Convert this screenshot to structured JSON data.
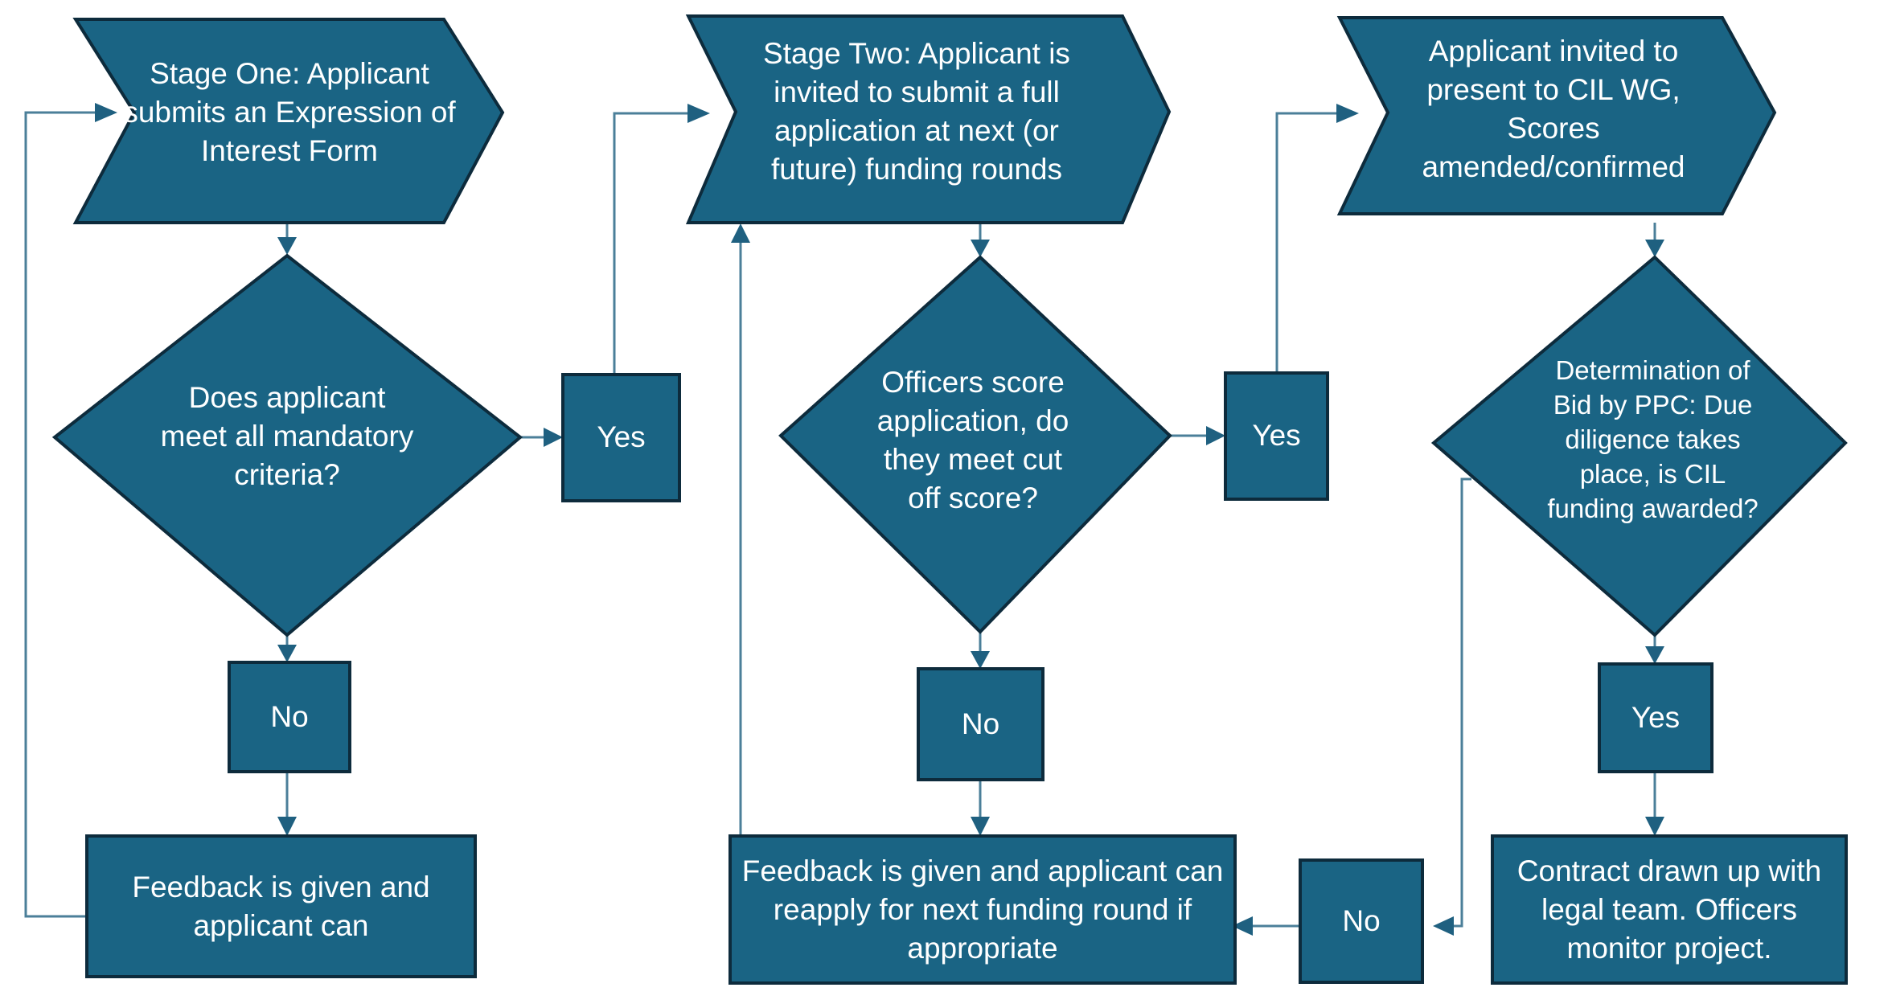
{
  "diagram": {
    "title": "CIL Funding Application Process Flowchart",
    "colors": {
      "shape_fill": "#1a6484",
      "shape_stroke": "#0d2b3c",
      "connector": "#4b7f99",
      "arrow": "#1f6080",
      "text": "#ffffff",
      "background": "#ffffff"
    }
  },
  "nodes": {
    "stage_one": {
      "label": "Stage One: Applicant submits an Expression of Interest Form",
      "shape": "chevron"
    },
    "stage_two": {
      "label": "Stage Two: Applicant is invited to submit a full application at next (or future) funding rounds",
      "shape": "chevron"
    },
    "present_cil_wg": {
      "label": "Applicant invited to present to CIL WG, Scores amended/confirmed",
      "shape": "chevron"
    },
    "decision_mandatory": {
      "label": "Does applicant meet all mandatory criteria?",
      "shape": "diamond"
    },
    "decision_score": {
      "label": "Officers score application, do they meet cut off score?",
      "shape": "diamond"
    },
    "decision_ppc": {
      "label": "Determination of Bid by PPC: Due diligence takes place, is CIL funding awarded?",
      "shape": "diamond"
    },
    "yes_1": {
      "label": "Yes",
      "shape": "rect"
    },
    "yes_2": {
      "label": "Yes",
      "shape": "rect"
    },
    "yes_3": {
      "label": "Yes",
      "shape": "rect"
    },
    "no_1": {
      "label": "No",
      "shape": "rect"
    },
    "no_2": {
      "label": "No",
      "shape": "rect"
    },
    "no_3": {
      "label": "No",
      "shape": "rect"
    },
    "feedback_left": {
      "label": "Feedback is given and applicant can",
      "shape": "rect"
    },
    "feedback_middle": {
      "label": "Feedback is given and applicant can reapply for next funding round if appropriate",
      "shape": "rect"
    },
    "contract": {
      "label": "Contract drawn up with legal team. Officers monitor project.",
      "shape": "rect"
    }
  },
  "edges": [
    {
      "from": "stage_one",
      "to": "decision_mandatory",
      "label": ""
    },
    {
      "from": "decision_mandatory",
      "to": "yes_1",
      "label": "Yes"
    },
    {
      "from": "decision_mandatory",
      "to": "no_1",
      "label": "No"
    },
    {
      "from": "yes_1",
      "to": "stage_two",
      "label": ""
    },
    {
      "from": "no_1",
      "to": "feedback_left",
      "label": ""
    },
    {
      "from": "feedback_left",
      "to": "stage_one",
      "label": ""
    },
    {
      "from": "stage_two",
      "to": "decision_score",
      "label": ""
    },
    {
      "from": "decision_score",
      "to": "yes_2",
      "label": "Yes"
    },
    {
      "from": "decision_score",
      "to": "no_2",
      "label": "No"
    },
    {
      "from": "yes_2",
      "to": "present_cil_wg",
      "label": ""
    },
    {
      "from": "no_2",
      "to": "feedback_middle",
      "label": ""
    },
    {
      "from": "feedback_middle",
      "to": "stage_two",
      "label": ""
    },
    {
      "from": "present_cil_wg",
      "to": "decision_ppc",
      "label": ""
    },
    {
      "from": "decision_ppc",
      "to": "yes_3",
      "label": "Yes"
    },
    {
      "from": "decision_ppc",
      "to": "no_3",
      "label": "No"
    },
    {
      "from": "yes_3",
      "to": "contract",
      "label": ""
    },
    {
      "from": "no_3",
      "to": "feedback_middle",
      "label": ""
    }
  ]
}
